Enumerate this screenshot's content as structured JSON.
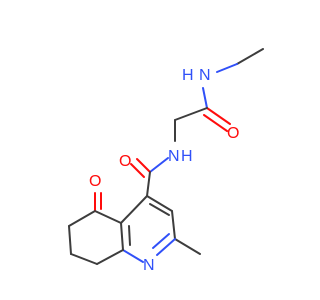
{
  "molecule": {
    "atoms": {
      "oxygen_amide2": "O",
      "nitrogen_ethyl_nh": "N",
      "hydrogen_ethyl_nh": "H",
      "oxygen_amide1": "O",
      "nitrogen_amide1_nh": "N",
      "hydrogen_amide1_nh": "H",
      "oxygen_ketone": "O",
      "nitrogen_ring": "N"
    },
    "colors": {
      "bond": "#3d3d3d",
      "nitrogen": "#3050f8",
      "oxygen": "#ff0d0d",
      "background": "#ffffff"
    }
  }
}
